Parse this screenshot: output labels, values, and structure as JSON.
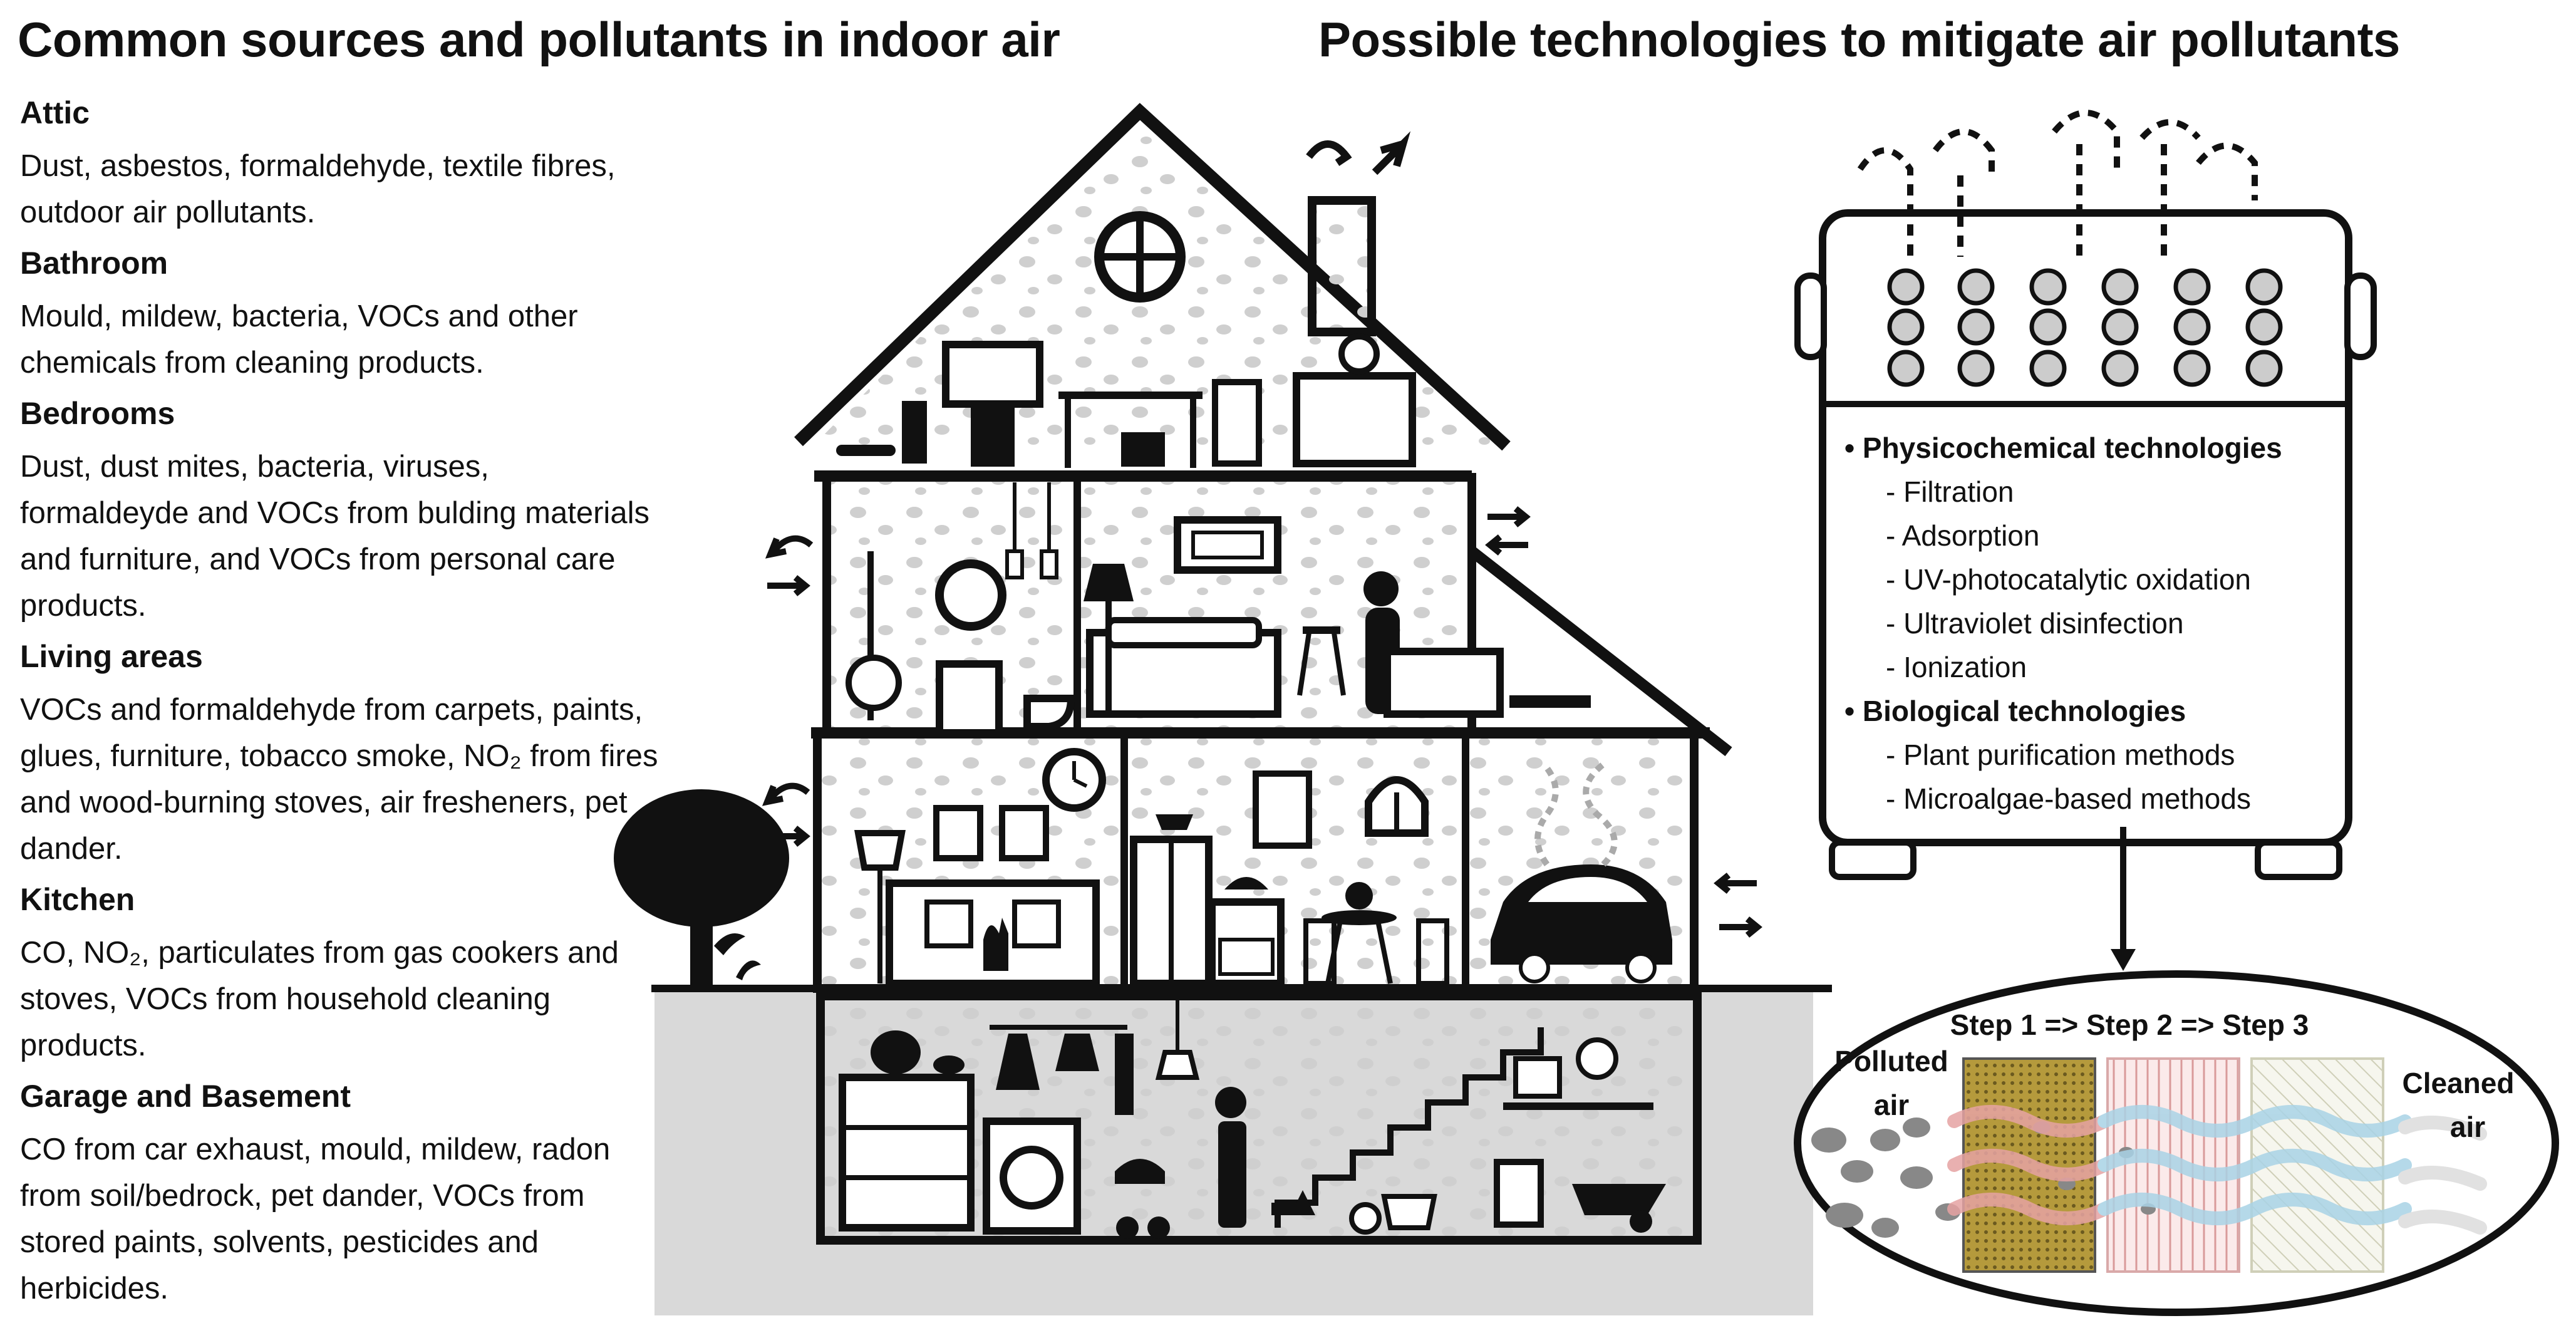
{
  "titles": {
    "left": "Common sources and pollutants in indoor air",
    "right": "Possible technologies to mitigate air pollutants"
  },
  "rooms": [
    {
      "name": "Attic",
      "text": "Dust, asbestos, formaldehyde, textile fibres, outdoor air pollutants."
    },
    {
      "name": "Bathroom",
      "text": "Mould, mildew, bacteria, VOCs and other chemicals from cleaning products."
    },
    {
      "name": "Bedrooms",
      "text": "Dust, dust mites, bacteria, viruses, formaldeyde and VOCs from bulding materials and furniture, and VOCs from personal care products."
    },
    {
      "name": "Living areas",
      "text": "VOCs and formaldehyde from carpets, paints, glues, furniture, tobacco smoke, NO₂ from fires and wood-burning stoves, air fresheners, pet dander."
    },
    {
      "name": "Kitchen",
      "text": "CO, NO₂, particulates from gas cookers and stoves, VOCs from household cleaning products."
    },
    {
      "name": "Garage and Basement",
      "text": "CO from car exhaust, mould, mildew, radon from soil/bedrock, pet dander, VOCs from stored paints, solvents, pesticides and herbicides."
    }
  ],
  "technologies": {
    "physicochemical": {
      "label": "Physicochemical technologies",
      "items": [
        "Filtration",
        "Adsorption",
        "UV-photocatalytic oxidation",
        "Ultraviolet disinfection",
        "Ionization"
      ]
    },
    "biological": {
      "label": "Biological technologies",
      "items": [
        "Plant purification methods",
        "Microalgae-based methods"
      ]
    }
  },
  "process": {
    "steps": "Step 1 => Step 2 => Step 3",
    "input_line1": "Polluted",
    "input_line2": "air",
    "output_line1": "Cleaned",
    "output_line2": "air"
  },
  "colors": {
    "ink": "#111111",
    "stone": "#cfcfcf",
    "ground": "#d9d9d9",
    "filter1": "#b59a3c",
    "filter2": "#f1c9c9",
    "filter3": "#e8e8d8",
    "polluted_flow": "#e6a3a3",
    "clean_flow": "#a9d3e6"
  }
}
